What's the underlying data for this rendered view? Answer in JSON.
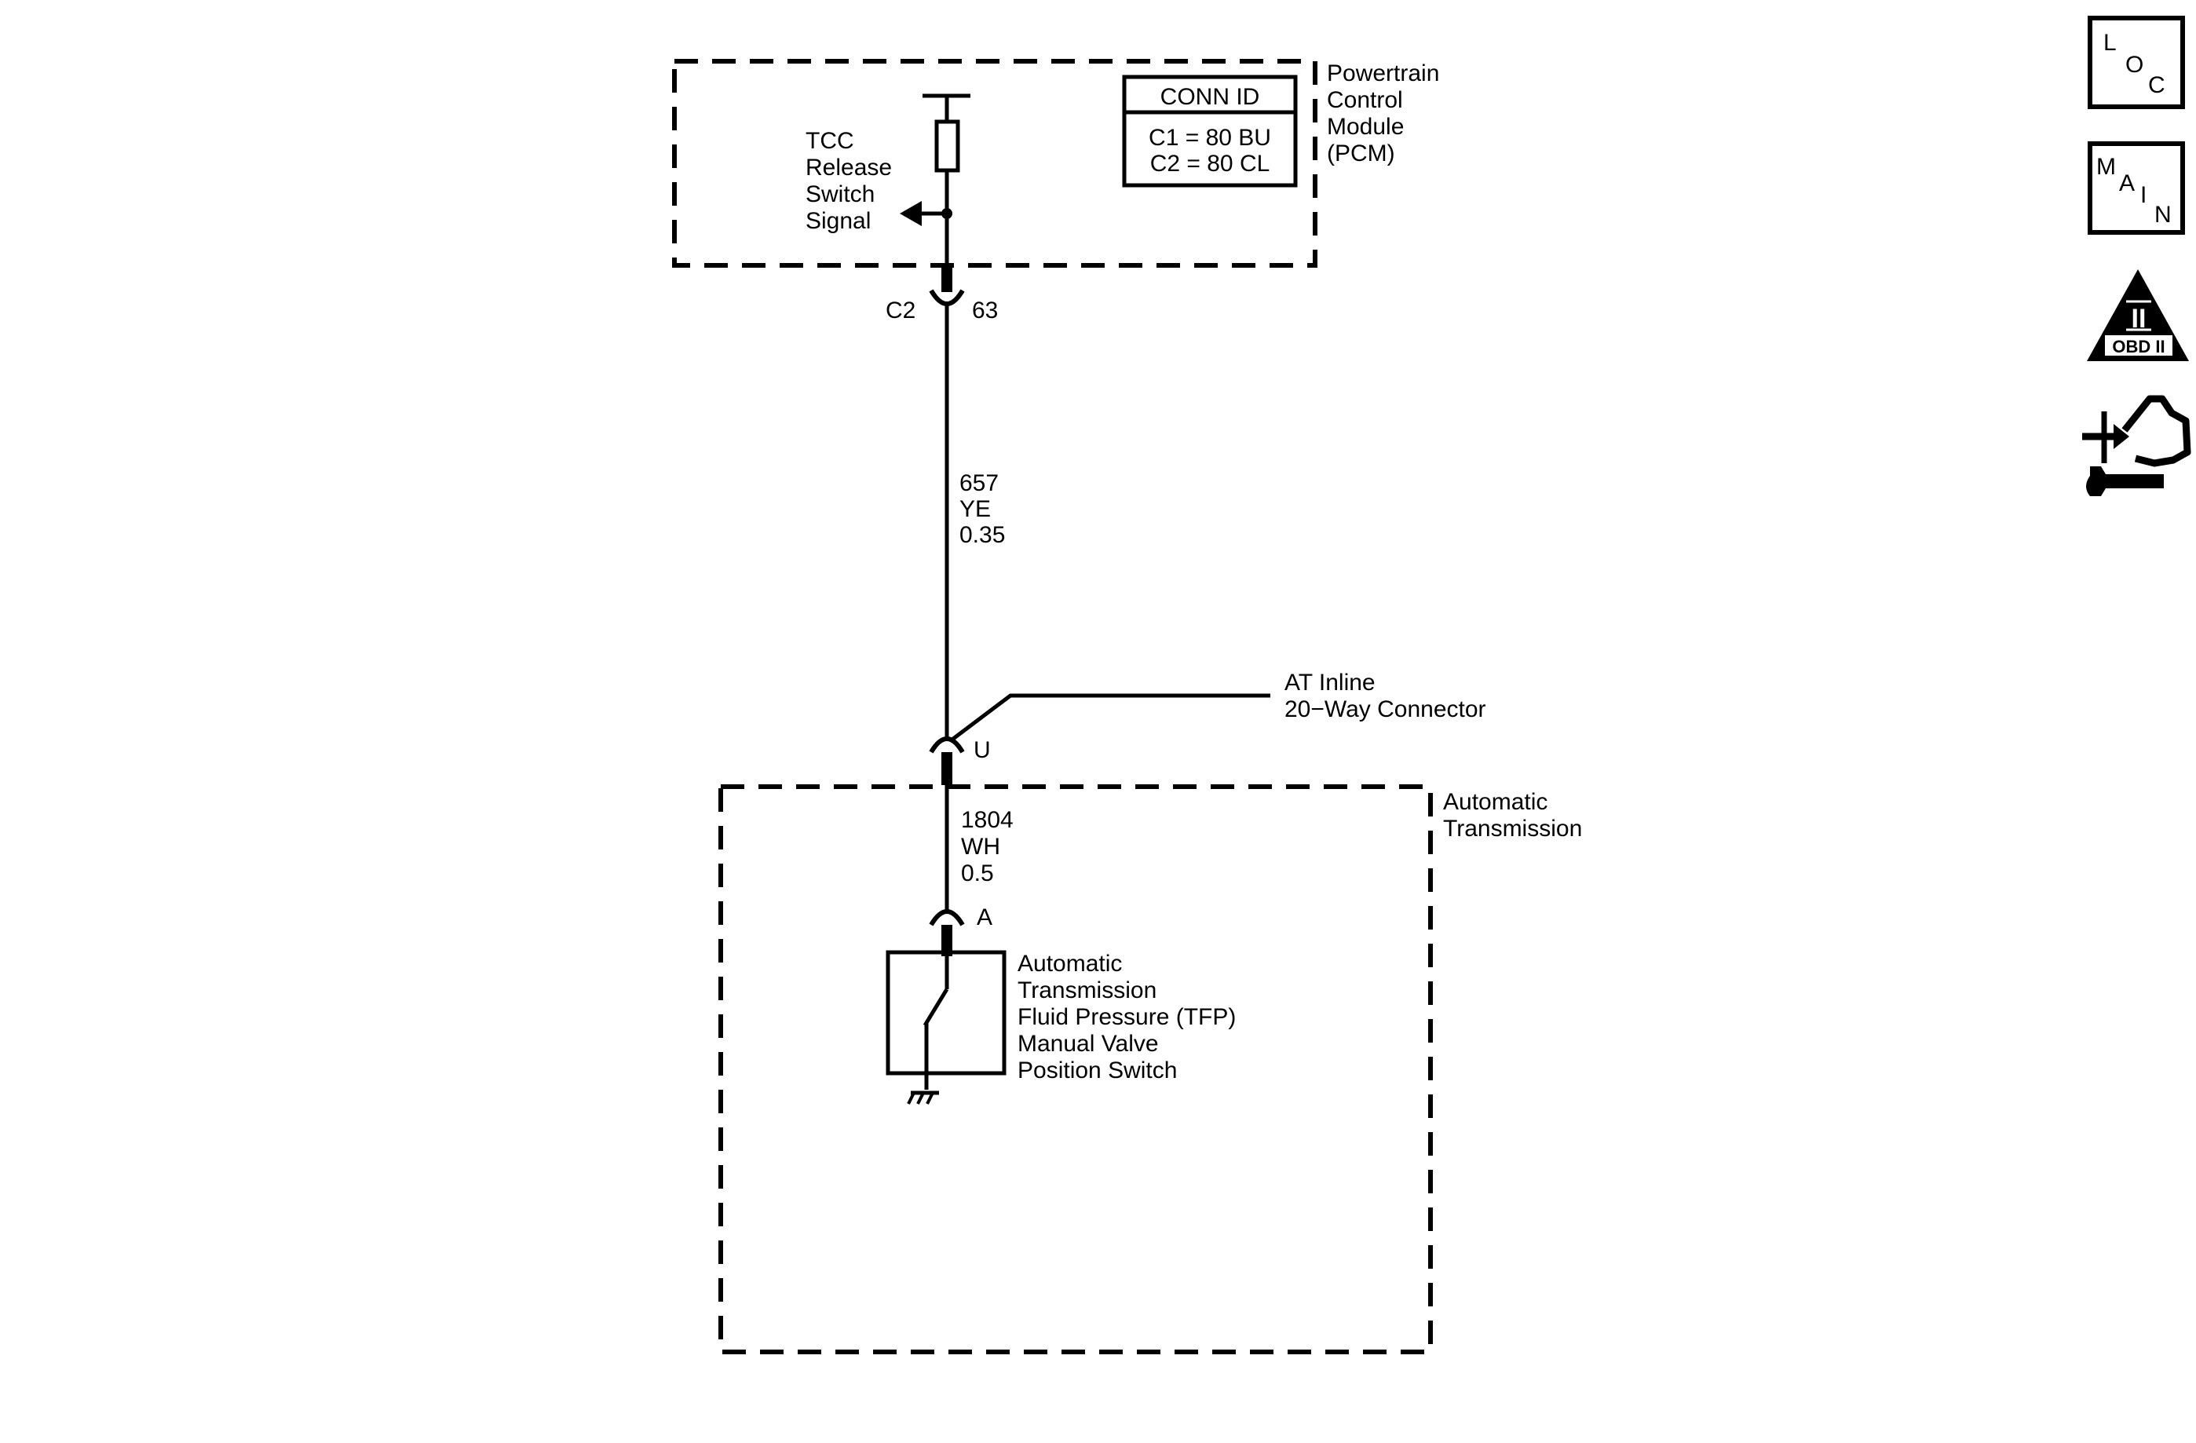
{
  "pcm": {
    "title_lines": [
      "Powertrain",
      "Control",
      "Module",
      "(PCM)"
    ],
    "signal_lines": [
      "TCC",
      "Release",
      "Switch",
      "Signal"
    ],
    "conn_id": {
      "header": "CONN ID",
      "rows": [
        "C1 = 80 BU",
        "C2 = 80 CL"
      ]
    },
    "connector_name": "C2",
    "connector_pin": "63"
  },
  "wire_upper": {
    "circuit": "657",
    "color": "YE",
    "gauge": "0.35"
  },
  "inline_connector": {
    "label_lines": [
      "AT Inline",
      "20−Way Connector"
    ],
    "pin": "U"
  },
  "wire_lower": {
    "circuit": "1804",
    "color": "WH",
    "gauge": "0.5"
  },
  "transmission": {
    "title_lines": [
      "Automatic",
      "Transmission"
    ],
    "switch_pin": "A",
    "switch_lines": [
      "Automatic",
      "Transmission",
      "Fluid Pressure (TFP)",
      "Manual Valve",
      "Position Switch"
    ]
  },
  "side_icons": {
    "loc": {
      "letters": [
        "L",
        "O",
        "C"
      ],
      "icon": "location-view-icon"
    },
    "main": {
      "letters": [
        "M",
        "A",
        "I",
        "N"
      ],
      "icon": "main-menu-icon"
    },
    "obd": {
      "symbol": "II",
      "label": "OBD II",
      "icon": "obd-ii-icon"
    },
    "service": {
      "icon": "service-tool-icon"
    }
  }
}
